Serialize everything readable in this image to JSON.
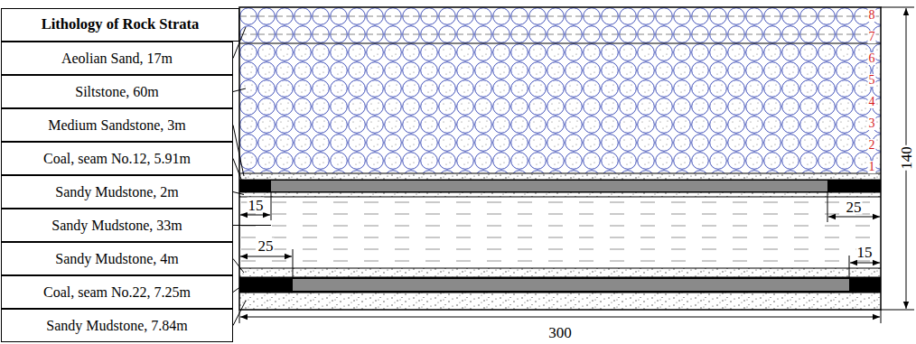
{
  "diagram": {
    "nodes": [
      {
        "text": [
          "Lithology of Rock Strata"
        ]
      },
      {
        "text": [
          "Aeolian Sand, 17m"
        ]
      },
      {
        "text": [
          "Siltstone, 60m"
        ]
      },
      {
        "text": [
          "Medium Sandstone, 3m"
        ]
      },
      {
        "text": [
          "Coal, seam No.12, 5.91m"
        ]
      },
      {
        "text": [
          "Sandy Mudstone, 2m"
        ]
      },
      {
        "text": [
          "Sandy Mudstone, 33m"
        ]
      },
      {
        "text": [
          "Sandy Mudstone, 4m"
        ]
      },
      {
        "text": [
          "Coal, seam No.22, 7.25m"
        ]
      },
      {
        "text": [
          "Sandy Mudstone, 7.84m"
        ]
      }
    ],
    "labels": [
      "8",
      "7",
      "6",
      "5",
      "4",
      "3",
      "2",
      "1",
      "15",
      "25",
      "25",
      "15",
      "140",
      "300"
    ]
  }
}
